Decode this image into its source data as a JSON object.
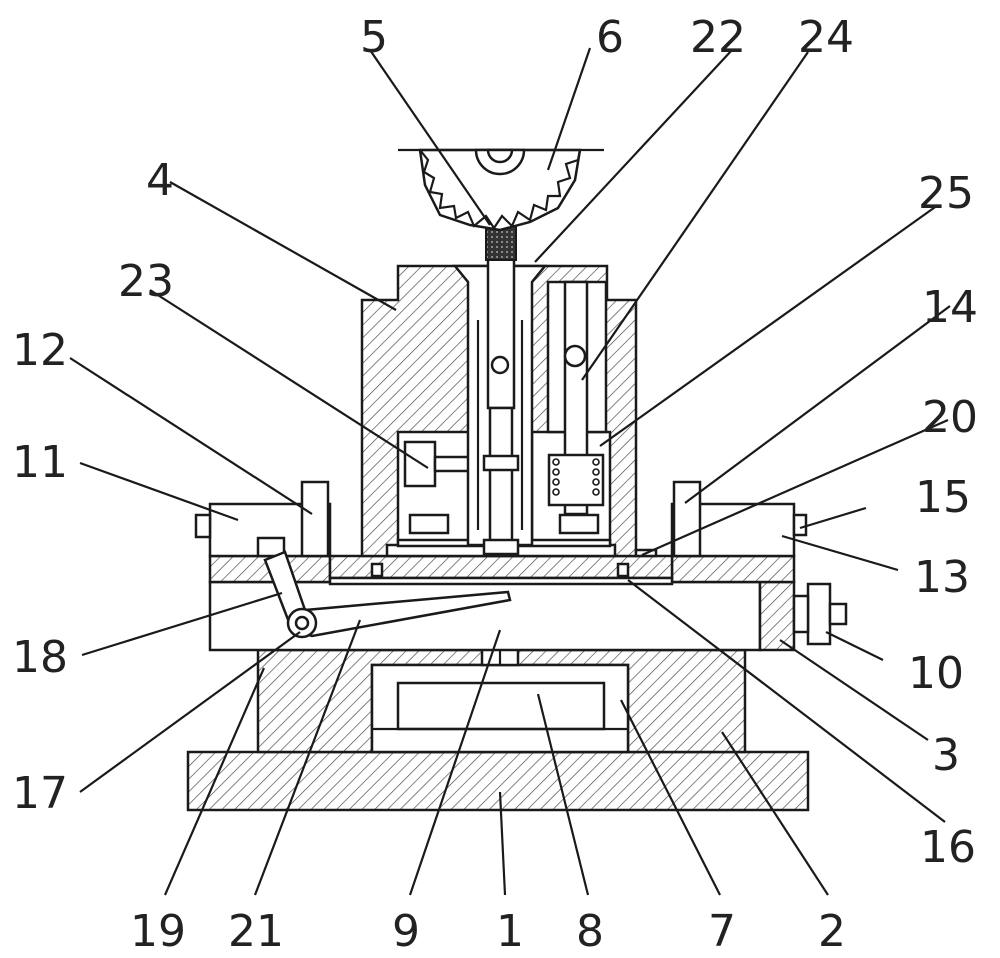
{
  "labels": {
    "l1": "1",
    "l2": "2",
    "l3": "3",
    "l4": "4",
    "l5": "5",
    "l6": "6",
    "l7": "7",
    "l8": "8",
    "l9": "9",
    "l10": "10",
    "l11": "11",
    "l12": "12",
    "l13": "13",
    "l14": "14",
    "l15": "15",
    "l16": "16",
    "l17": "17",
    "l18": "18",
    "l19": "19",
    "l20": "20",
    "l21": "21",
    "l22": "22",
    "l23": "23",
    "l24": "24",
    "l25": "25"
  }
}
